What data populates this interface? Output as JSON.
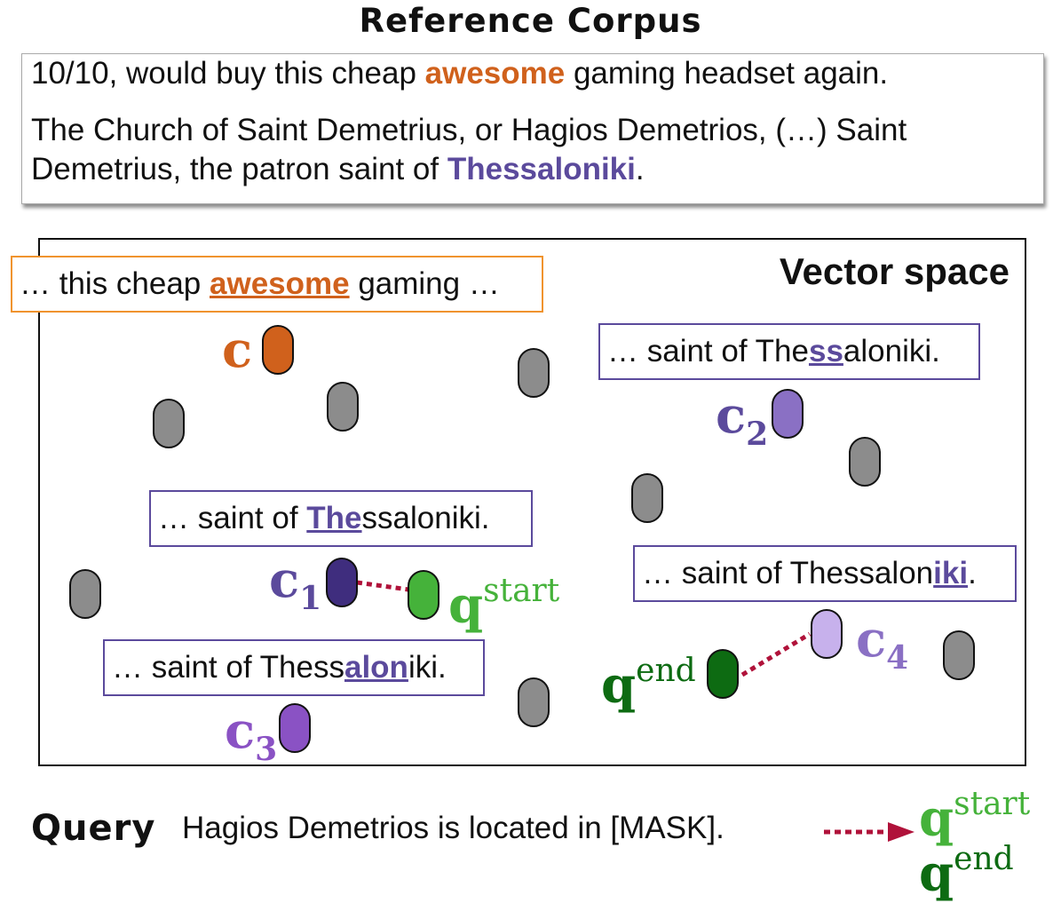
{
  "title": "Reference Corpus",
  "corpus": {
    "line1": {
      "pre": "10/10, would buy this cheap ",
      "highlight": "awesome",
      "post": " gaming headset again."
    },
    "line2": "The Church of Saint Demetrius, or Hagios Demetrios, (…) Saint",
    "line3": {
      "pre": "Demetrius, the patron saint of ",
      "highlight": "Thessaloniki",
      "post": "."
    }
  },
  "vector_space": {
    "label": "Vector space",
    "contexts": {
      "c": {
        "pre": "… this cheap ",
        "hl": "awesome",
        "post": " gaming …"
      },
      "c1": {
        "pre": "… saint of ",
        "hl": "The",
        "post": "ssaloniki."
      },
      "c2": {
        "pre": "… saint of The",
        "hl": "ss",
        "post": "aloniki."
      },
      "c3": {
        "pre": "… saint of Thess",
        "hl": "alon",
        "post": "iki."
      },
      "c4": {
        "pre": "… saint of Thessalon",
        "hl": "iki",
        "post": "."
      }
    },
    "labels": {
      "c": "c",
      "c1_base": "c",
      "c1_sub": "1",
      "c2_base": "c",
      "c2_sub": "2",
      "c3_base": "c",
      "c3_sub": "3",
      "c4_base": "c",
      "c4_sub": "4",
      "qstart_base": "q",
      "qstart_sup": "start",
      "qend_base": "q",
      "qend_sup": "end"
    }
  },
  "query": {
    "word": "Query",
    "text": "Hagios Demetrios is located in  [MASK].",
    "q1_base": "q",
    "q1_sup": "start",
    "q2_base": "q",
    "q2_sup": "end"
  },
  "colors": {
    "orange": "#d0611c",
    "orange_border": "#f0932e",
    "purple_text": "#5b4a9c",
    "c1_pill": "#3f2d7e",
    "c2_pill": "#8a70c4",
    "c3_pill": "#8a52c4",
    "c4_pill": "#c7b1ec",
    "q_start_green": "#45b23a",
    "q_end_green": "#0d6b12",
    "gray_pill": "#8c8c8c",
    "dotted_link": "#b0123a"
  }
}
